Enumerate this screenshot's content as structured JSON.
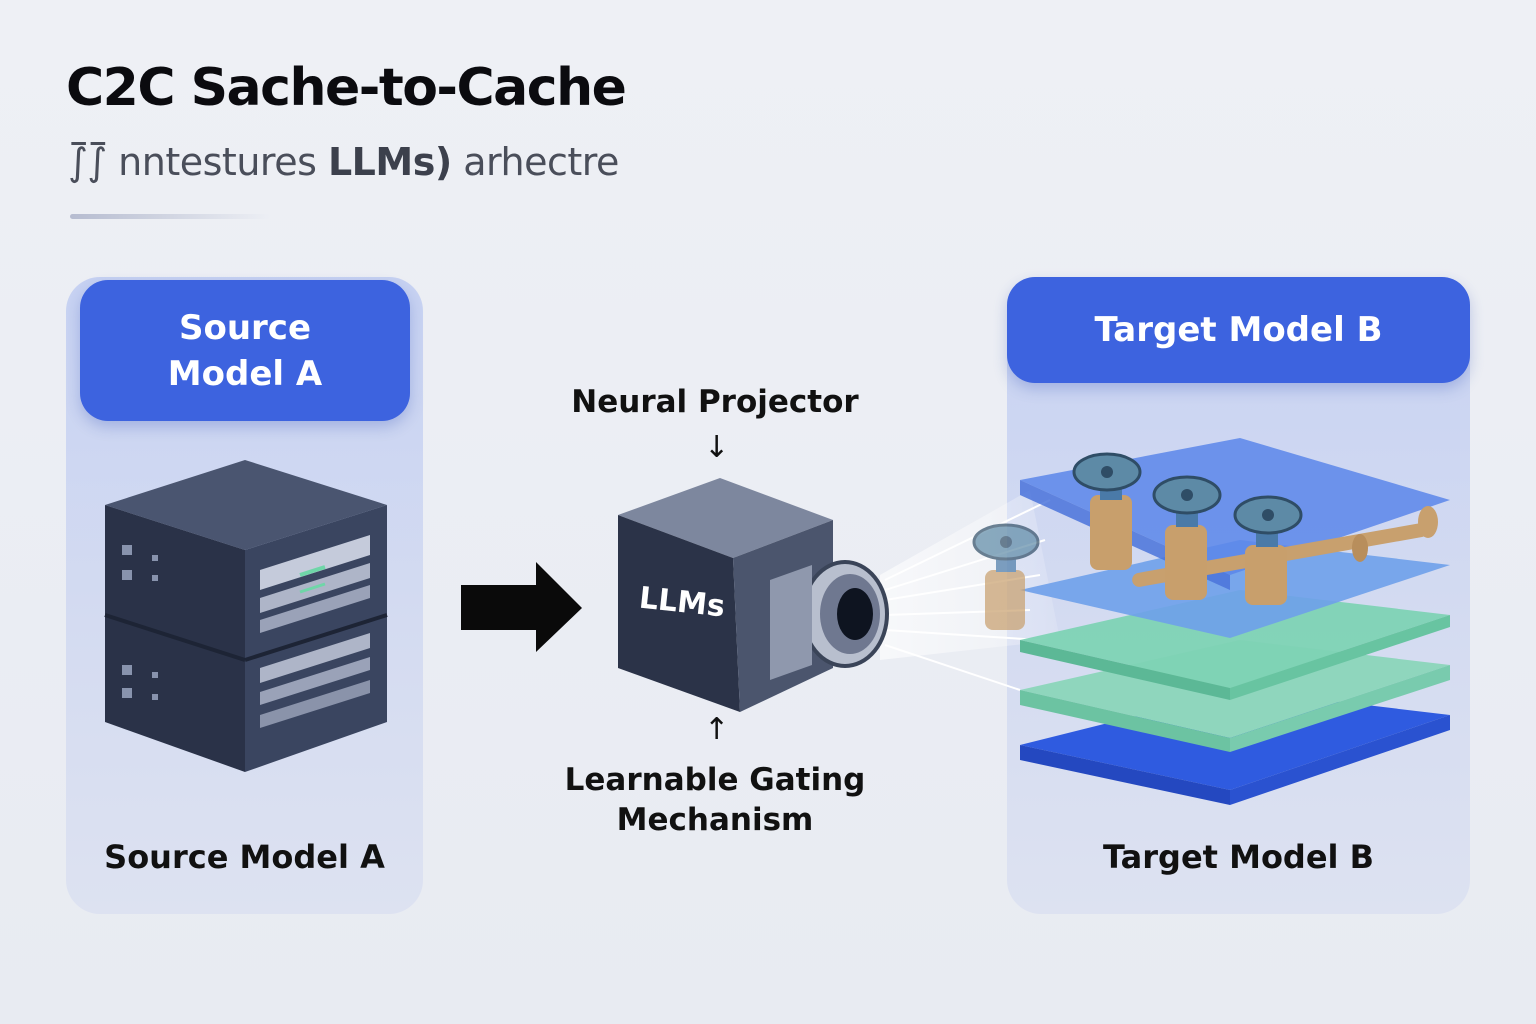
{
  "title": "C2C Sache-to-Cache",
  "subtitle": {
    "prefix": "⨛⨛ nntestures ",
    "bold": "LLMs)",
    "suffix": " arhectre"
  },
  "source_panel": {
    "header": "Source Model A",
    "label": "Source Model A",
    "icon": "server-icon"
  },
  "middle": {
    "top_label": "Neural Projector",
    "top_arrow": "↓",
    "cube_text": "LLMs",
    "bottom_arrow": "↑",
    "bottom_label": "Learnable Gating Mechanism",
    "cube_icon": "projector-cube-icon",
    "main_arrow_icon": "right-arrow-icon"
  },
  "target_panel": {
    "header": "Target Model B",
    "label": "Target Model B",
    "icon": "layer-stack-with-valves-icon"
  },
  "colors": {
    "accent": "#3d63df",
    "panel_bg": "#ccd6f2",
    "dark_box": "#2b3348",
    "green_layer": "#7fd3b0"
  }
}
